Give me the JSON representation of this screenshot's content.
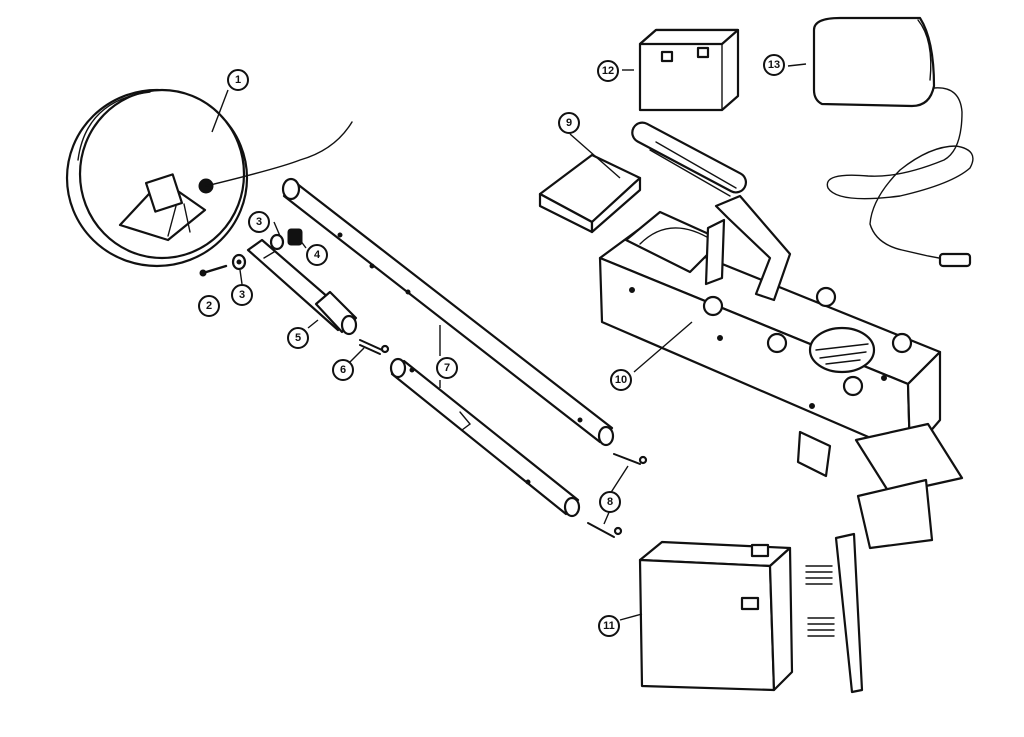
{
  "callouts": {
    "c1": "1",
    "c2": "2",
    "c3a": "3",
    "c3b": "3",
    "c4": "4",
    "c5": "5",
    "c6": "6",
    "c7": "7",
    "c8": "8",
    "c9": "9",
    "c10": "10",
    "c11": "11",
    "c12": "12",
    "c13": "13"
  }
}
